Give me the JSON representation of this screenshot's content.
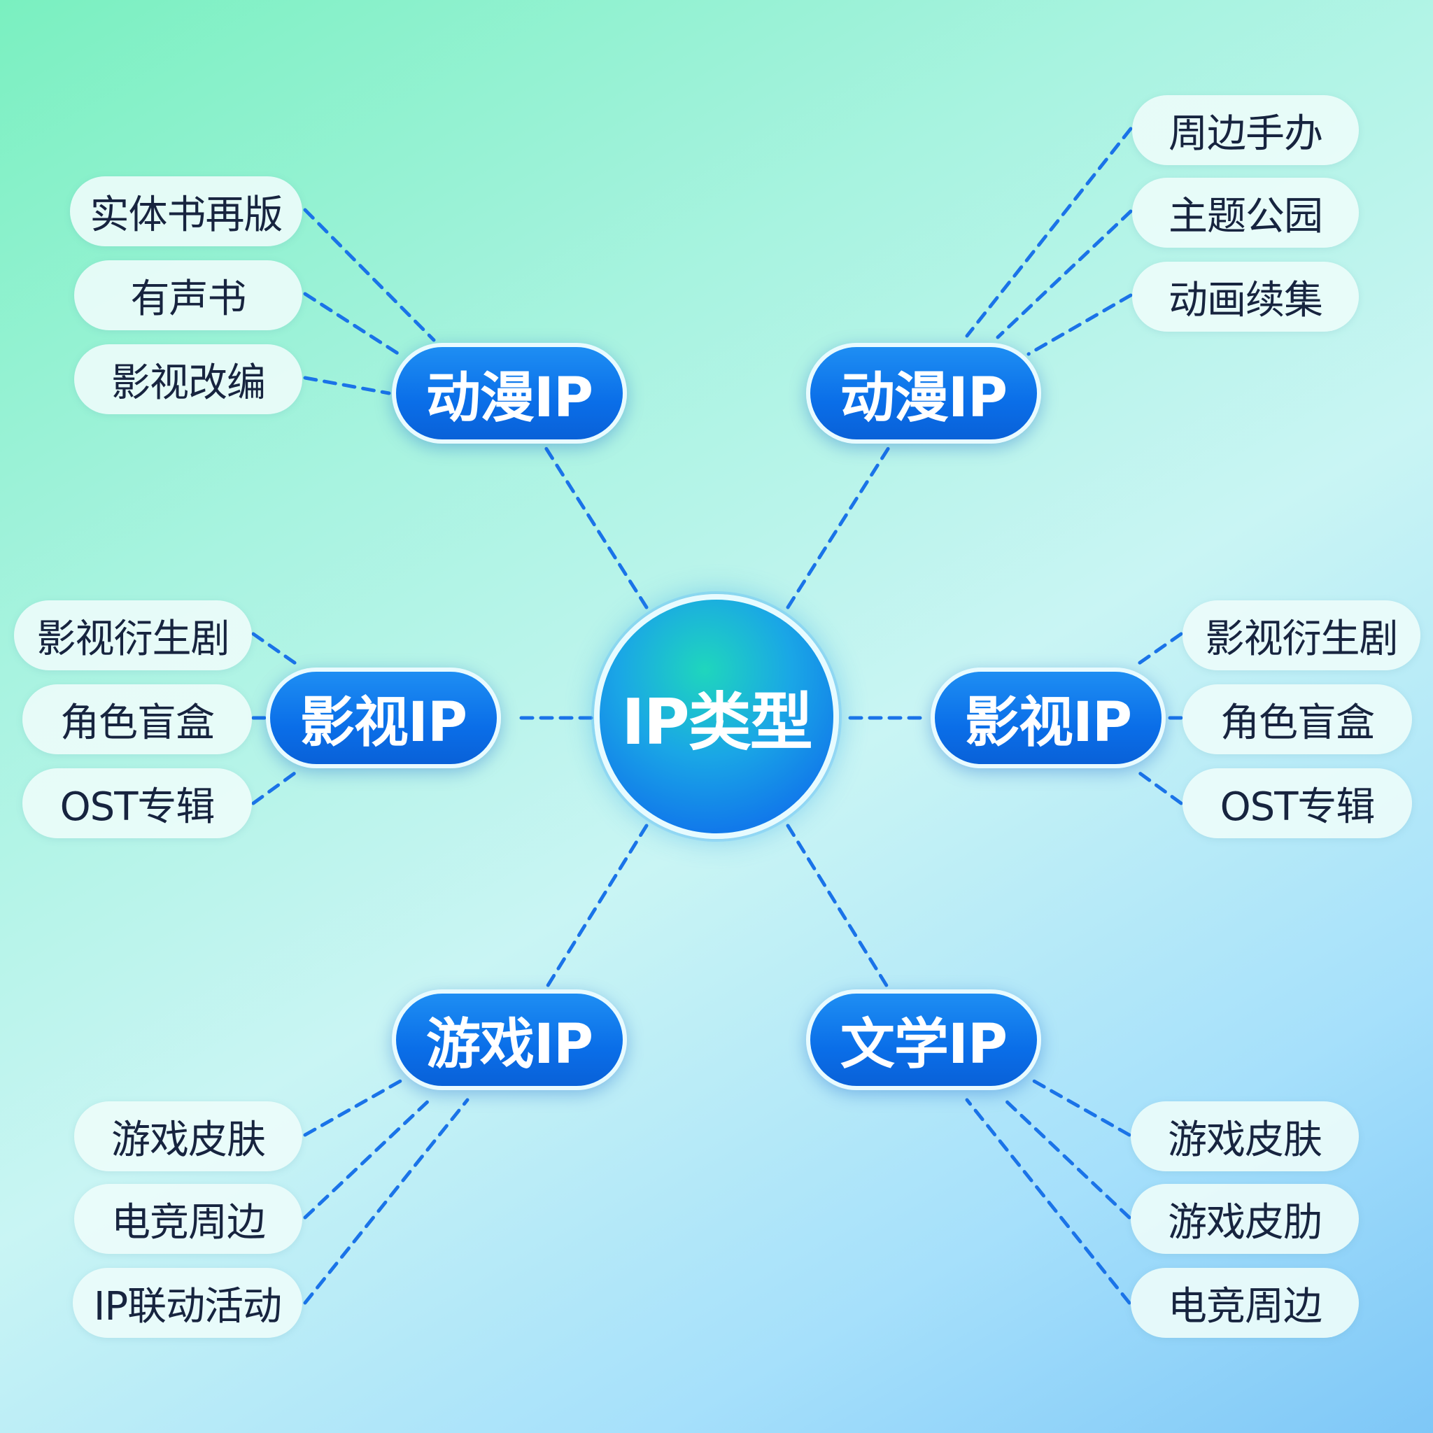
{
  "center": {
    "label": "IP类型"
  },
  "categories": [
    {
      "label": "动漫IP",
      "children": [
        "实体书再版",
        "有声书",
        "影视改编"
      ]
    },
    {
      "label": "动漫IP",
      "children": [
        "周边手办",
        "主题公园",
        "动画续集"
      ]
    },
    {
      "label": "影视IP",
      "children": [
        "影视衍生剧",
        "角色盲盒",
        "OST专辑"
      ]
    },
    {
      "label": "影视IP",
      "children": [
        "影视衍生剧",
        "角色盲盒",
        "OST专辑"
      ]
    },
    {
      "label": "游戏IP",
      "children": [
        "游戏皮肤",
        "电竞周边",
        "IP联动活动"
      ]
    },
    {
      "label": "文学IP",
      "children": [
        "游戏皮肤",
        "游戏皮肋",
        "电竞周边"
      ]
    }
  ],
  "colors": {
    "accent": "#0a6ee8",
    "connector": "#1a73e8",
    "leaf_text": "#17243f"
  }
}
